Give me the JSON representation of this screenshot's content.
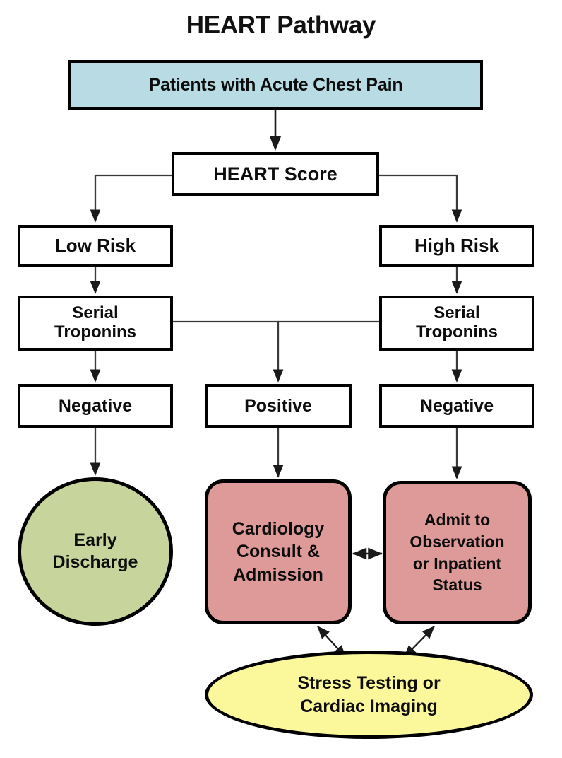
{
  "diagram": {
    "title": "HEART Pathway",
    "type": "flowchart",
    "colors": {
      "blue_fill": "#b9dce4",
      "green_fill": "#c7d59d",
      "pink_fill": "#dd9a99",
      "yellow_fill": "#fbf89c",
      "outline": "#000000",
      "background": "#ffffff"
    },
    "nodes": [
      {
        "id": "chest-pain",
        "label": "Patients with Acute Chest Pain",
        "shape": "rectangle",
        "fill": "#b9dce4"
      },
      {
        "id": "heart-score",
        "label": "HEART Score",
        "shape": "rectangle",
        "fill": "#ffffff"
      },
      {
        "id": "low-risk",
        "label": "Low Risk",
        "shape": "rectangle",
        "fill": "#ffffff"
      },
      {
        "id": "high-risk",
        "label": "High Risk",
        "shape": "rectangle",
        "fill": "#ffffff"
      },
      {
        "id": "trop-left",
        "label": "Serial Troponins",
        "shape": "rectangle",
        "fill": "#ffffff"
      },
      {
        "id": "trop-right",
        "label": "Serial Troponins",
        "shape": "rectangle",
        "fill": "#ffffff"
      },
      {
        "id": "neg-left",
        "label": "Negative",
        "shape": "rectangle",
        "fill": "#ffffff"
      },
      {
        "id": "positive",
        "label": "Positive",
        "shape": "rectangle",
        "fill": "#ffffff"
      },
      {
        "id": "neg-right",
        "label": "Negative",
        "shape": "rectangle",
        "fill": "#ffffff"
      },
      {
        "id": "early-discharge",
        "label": "Early Discharge",
        "shape": "ellipse",
        "fill": "#c7d59d"
      },
      {
        "id": "cardiology",
        "label": "Cardiology Consult & Admission",
        "shape": "rounded-rect",
        "fill": "#dd9a99"
      },
      {
        "id": "admit",
        "label": "Admit to Observation or Inpatient Status",
        "shape": "rounded-rect",
        "fill": "#dd9a99"
      },
      {
        "id": "stress",
        "label": "Stress Testing or Cardiac Imaging",
        "shape": "ellipse",
        "fill": "#fbf89c"
      }
    ],
    "node_lines": {
      "chest_pain": "Patients with Acute Chest Pain",
      "heart_score": "HEART Score",
      "low_risk": "Low Risk",
      "high_risk": "High Risk",
      "trop_left_l1": "Serial",
      "trop_left_l2": "Troponins",
      "trop_right_l1": "Serial",
      "trop_right_l2": "Troponins",
      "neg_left": "Negative",
      "positive": "Positive",
      "neg_right": "Negative",
      "early_l1": "Early",
      "early_l2": "Discharge",
      "cardio_l1": "Cardiology",
      "cardio_l2": "Consult &",
      "cardio_l3": "Admission",
      "admit_l1": "Admit to",
      "admit_l2": "Observation",
      "admit_l3": "or Inpatient",
      "admit_l4": "Status",
      "stress_l1": "Stress Testing or",
      "stress_l2": "Cardiac Imaging"
    },
    "edges": [
      {
        "from": "chest-pain",
        "to": "heart-score",
        "style": "arrow"
      },
      {
        "from": "heart-score",
        "to": "low-risk",
        "style": "elbow-arrow"
      },
      {
        "from": "heart-score",
        "to": "high-risk",
        "style": "elbow-arrow"
      },
      {
        "from": "low-risk",
        "to": "trop-left",
        "style": "arrow"
      },
      {
        "from": "high-risk",
        "to": "trop-right",
        "style": "arrow"
      },
      {
        "from": "trop-left",
        "to": "neg-left",
        "style": "arrow"
      },
      {
        "from": "trop-right",
        "to": "neg-right",
        "style": "arrow"
      },
      {
        "from": "trop-left",
        "to": "positive",
        "style": "elbow-arrow"
      },
      {
        "from": "trop-right",
        "to": "positive",
        "style": "elbow-arrow"
      },
      {
        "from": "neg-left",
        "to": "early-discharge",
        "style": "arrow"
      },
      {
        "from": "positive",
        "to": "cardiology",
        "style": "arrow"
      },
      {
        "from": "neg-right",
        "to": "admit",
        "style": "arrow"
      },
      {
        "from": "cardiology",
        "to": "admit",
        "style": "double-arrow"
      },
      {
        "from": "cardiology",
        "to": "stress",
        "style": "double-arrow"
      },
      {
        "from": "admit",
        "to": "stress",
        "style": "double-arrow"
      }
    ]
  }
}
